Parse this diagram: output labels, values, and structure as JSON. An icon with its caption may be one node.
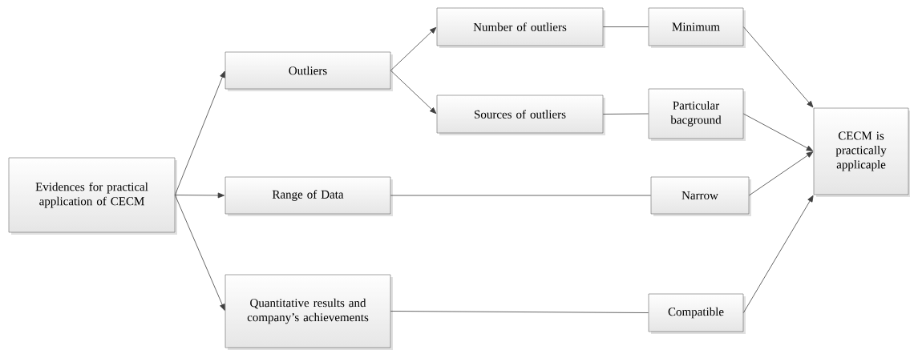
{
  "diagram": {
    "nodes": [
      {
        "text": [
          "Evidences for practical application of CECM"
        ]
      },
      {
        "text": [
          "Outliers"
        ]
      },
      {
        "text": [
          "Range of Data"
        ]
      },
      {
        "text": [
          "Quantitative results and company’s achievements"
        ]
      },
      {
        "text": [
          "Number of outliers"
        ]
      },
      {
        "text": [
          "Sources of outliers"
        ]
      },
      {
        "text": [
          "Minimum"
        ]
      },
      {
        "text": [
          "Particular bacground"
        ]
      },
      {
        "text": [
          "Narrow"
        ]
      },
      {
        "text": [
          "Compatible"
        ]
      },
      {
        "text": [
          "CECM is practically applicaple"
        ]
      }
    ],
    "edges": [
      {
        "from": 0,
        "to": 1,
        "arrow": "to"
      },
      {
        "from": 0,
        "to": 2,
        "arrow": "to"
      },
      {
        "from": 0,
        "to": 3,
        "arrow": "to"
      },
      {
        "from": 1,
        "to": 4,
        "arrow": "to"
      },
      {
        "from": 1,
        "to": 5,
        "arrow": "to"
      },
      {
        "from": 4,
        "to": 6,
        "arrow": "none"
      },
      {
        "from": 5,
        "to": 7,
        "arrow": "none"
      },
      {
        "from": 2,
        "to": 8,
        "arrow": "none"
      },
      {
        "from": 3,
        "to": 9,
        "arrow": "none"
      },
      {
        "from": 6,
        "to": 10,
        "arrow": "to"
      },
      {
        "from": 7,
        "to": 10,
        "arrow": "to"
      },
      {
        "from": 8,
        "to": 10,
        "arrow": "to"
      },
      {
        "from": 9,
        "to": 10,
        "arrow": "to"
      }
    ]
  }
}
